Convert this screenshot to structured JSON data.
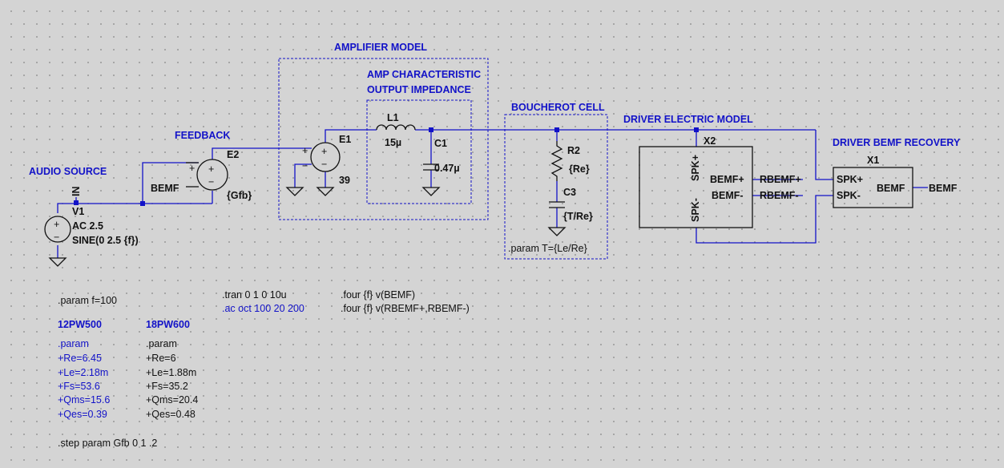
{
  "labels": {
    "audio_source": "AUDIO SOURCE",
    "feedback": "FEEDBACK",
    "amplifier_model": "AMPLIFIER MODEL",
    "amp_char_line1": "AMP CHARACTERISTIC",
    "amp_char_line2": "OUTPUT IMPEDANCE",
    "boucherot_cell": "BOUCHEROT CELL",
    "driver_electric_model": "DRIVER ELECTRIC MODEL",
    "driver_bemf_recovery": "DRIVER BEMF RECOVERY"
  },
  "nets": {
    "in": "IN",
    "bemf_feedback": "BEMF",
    "rbemf_plus": "RBEMF+",
    "rbemf_minus": "RBEMF-",
    "bemf_out": "BEMF"
  },
  "components": {
    "v1": {
      "name": "V1",
      "line1": "AC 2.5",
      "line2": "SINE(0 2.5 {f})"
    },
    "e2": {
      "name": "E2",
      "value": "{Gfb}"
    },
    "e1": {
      "name": "E1",
      "value": "39"
    },
    "l1": {
      "name": "L1",
      "value": "15µ"
    },
    "c1": {
      "name": "C1",
      "value": "0.47µ"
    },
    "r2": {
      "name": "R2",
      "value": "{Re}"
    },
    "c3": {
      "name": "C3",
      "value": "{T/Re}"
    },
    "x2": {
      "name": "X2",
      "pin_spk_plus": "SPK+",
      "pin_spk_minus": "SPK-",
      "pin_bemf_plus": "BEMF+",
      "pin_bemf_minus": "BEMF-"
    },
    "x1": {
      "name": "X1",
      "pin_spk_plus": "SPK+",
      "pin_spk_minus": "SPK-",
      "pin_bemf": "BEMF"
    },
    "source_plus": "+",
    "source_minus": "−"
  },
  "directives": {
    "boucherot_param": ".param T={Le/Re}",
    "param_f": ".param f=100",
    "tran": ".tran 0 1 0 10u",
    "ac": ".ac oct 100 20 200",
    "four1": ".four {f} v(BEMF)",
    "four2": ".four {f} v(RBEMF+,RBEMF-)",
    "step": ".step param Gfb 0 1 .2"
  },
  "drivers": [
    {
      "title": "12PW500",
      "param": ".param",
      "lines": [
        "+Re=6.45",
        "+Le=2.18m",
        "+Fs=53.6",
        "+Qms=15.6",
        "+Qes=0.39"
      ]
    },
    {
      "title": "18PW600",
      "param": ".param",
      "lines": [
        "+Re=6",
        "+Le=1.88m",
        "+Fs=35.2",
        "+Qms=20.4",
        "+Qes=0.48"
      ]
    }
  ],
  "colors": {
    "wire": "#1212c8",
    "symbol": "#111111",
    "background": "#d4d4d4"
  }
}
